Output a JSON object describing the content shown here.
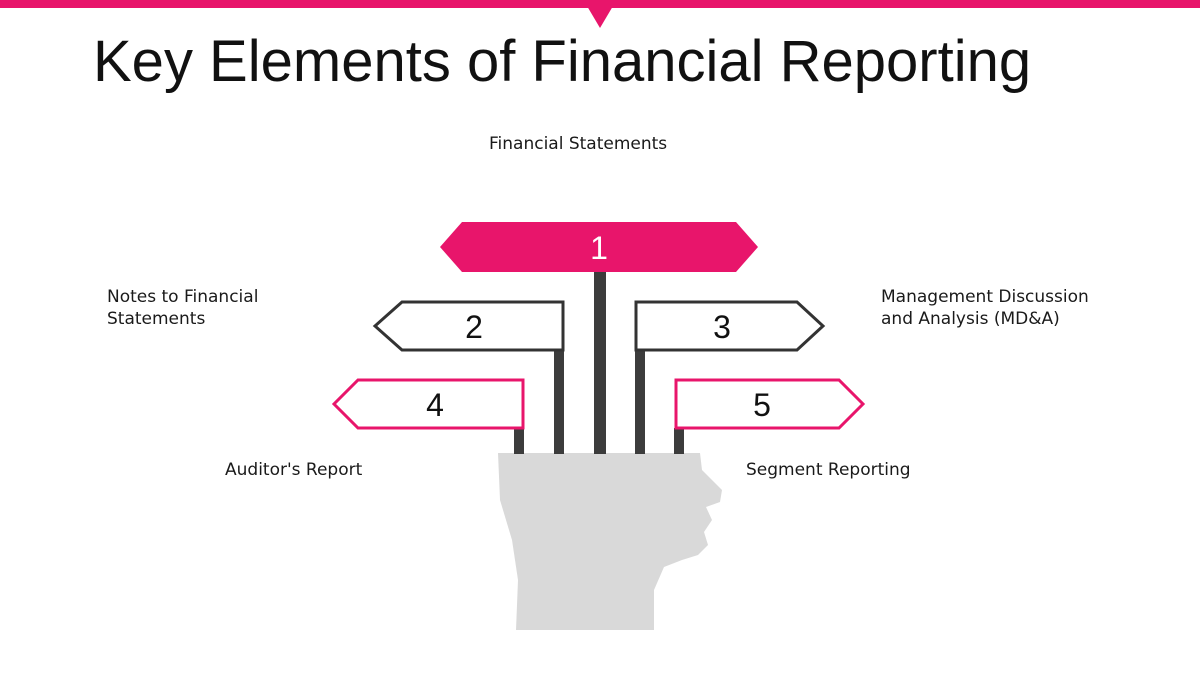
{
  "title": "Key Elements of Financial Reporting",
  "colors": {
    "accent": "#e8156b",
    "post": "#3c3c3c",
    "head": "#d9d9d9",
    "sign_outline_dark": "#333333"
  },
  "signs": [
    {
      "number": "1",
      "label": "Financial Statements"
    },
    {
      "number": "2",
      "label": "Notes to Financial Statements"
    },
    {
      "number": "3",
      "label": "Management Discussion and Analysis (MD&A)"
    },
    {
      "number": "4",
      "label": "Auditor's Report"
    },
    {
      "number": "5",
      "label": "Segment Reporting"
    }
  ],
  "icons": {
    "head": "head-silhouette-icon"
  }
}
